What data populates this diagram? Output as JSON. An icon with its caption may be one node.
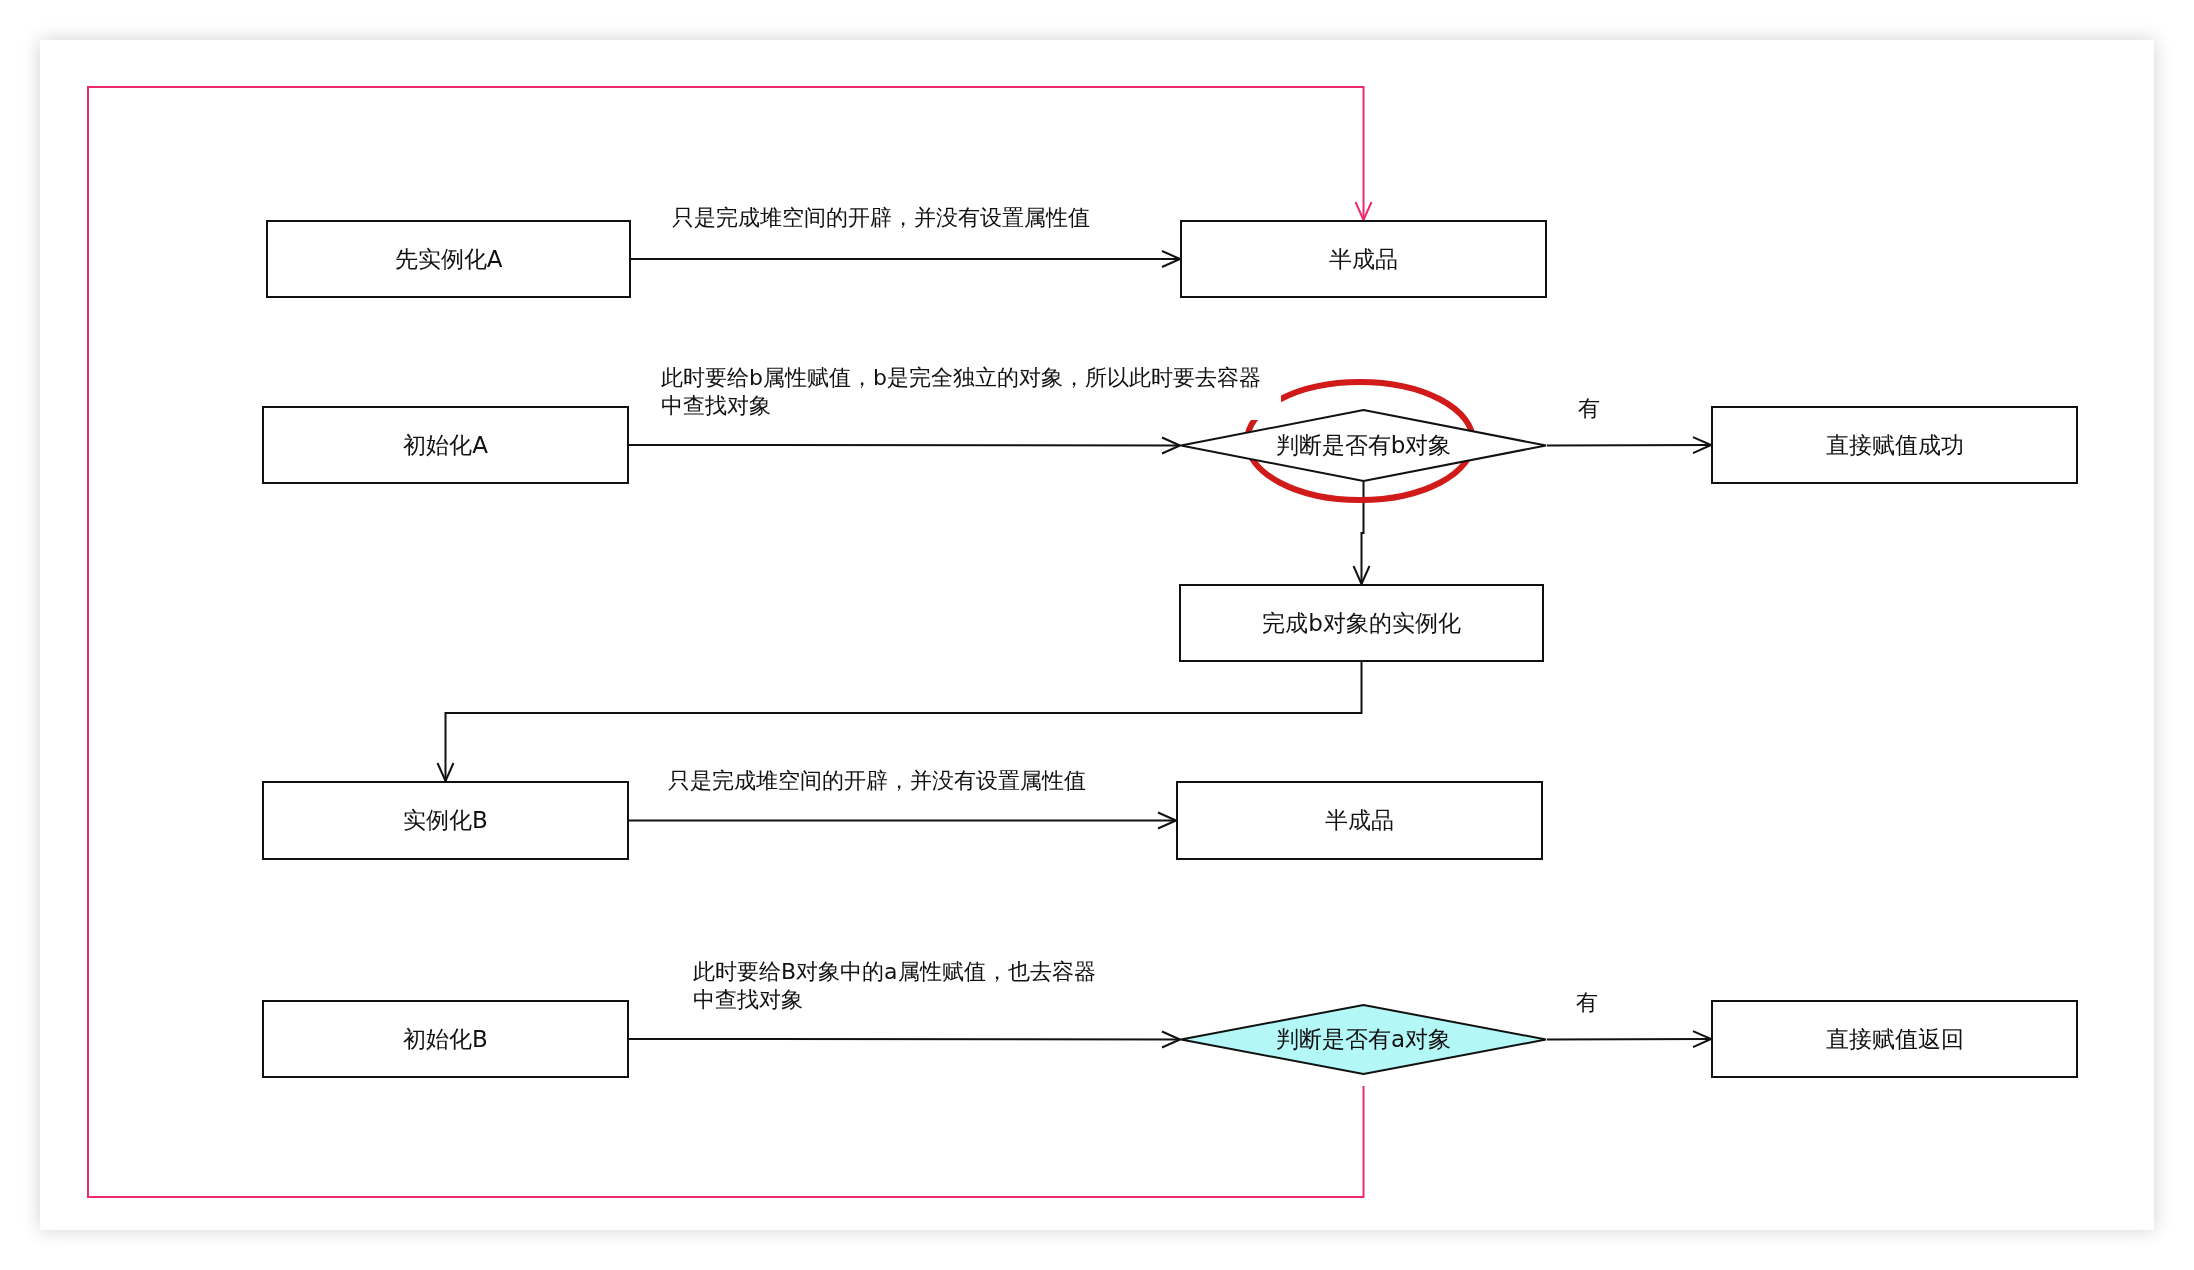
{
  "diagram": {
    "nodes": [
      {
        "text": [
          "先实例化A"
        ]
      },
      {
        "text": [
          "半成品"
        ]
      },
      {
        "text": [
          "初始化A"
        ]
      },
      {
        "text": [
          "判断是否有b对象"
        ]
      },
      {
        "text": [
          "直接赋值成功"
        ]
      },
      {
        "text": [
          "完成b对象的实例化"
        ]
      },
      {
        "text": [
          "实例化B"
        ]
      },
      {
        "text": [
          "半成品"
        ]
      },
      {
        "text": [
          "初始化B"
        ]
      },
      {
        "text": [
          "判断是否有a对象"
        ]
      },
      {
        "text": [
          "直接赋值返回"
        ]
      }
    ],
    "edges": [
      {
        "from": 0,
        "to": 1,
        "arrow": "to",
        "label": "只是完成堆空间的开辟，并没有设置属性值"
      },
      {
        "from": 2,
        "to": 3,
        "arrow": "to",
        "label": "此时要给b属性赋值，b是完全独立的对象，所以此时要去容器中查找对象"
      },
      {
        "from": 3,
        "to": 4,
        "arrow": "to",
        "label": "有"
      },
      {
        "from": 3,
        "to": 5,
        "arrow": "to"
      },
      {
        "from": 5,
        "to": 6,
        "arrow": "to"
      },
      {
        "from": 6,
        "to": 7,
        "arrow": "to",
        "label": "只是完成堆空间的开辟，并没有设置属性值"
      },
      {
        "from": 8,
        "to": 9,
        "arrow": "to",
        "label": "此时要给B对象中的a属性赋值，也去容器中查找对象"
      },
      {
        "from": 9,
        "to": 10,
        "arrow": "to",
        "label": "有"
      },
      {
        "from": 9,
        "to": 1,
        "arrow": "to",
        "color": "#ee2a6b"
      }
    ]
  }
}
